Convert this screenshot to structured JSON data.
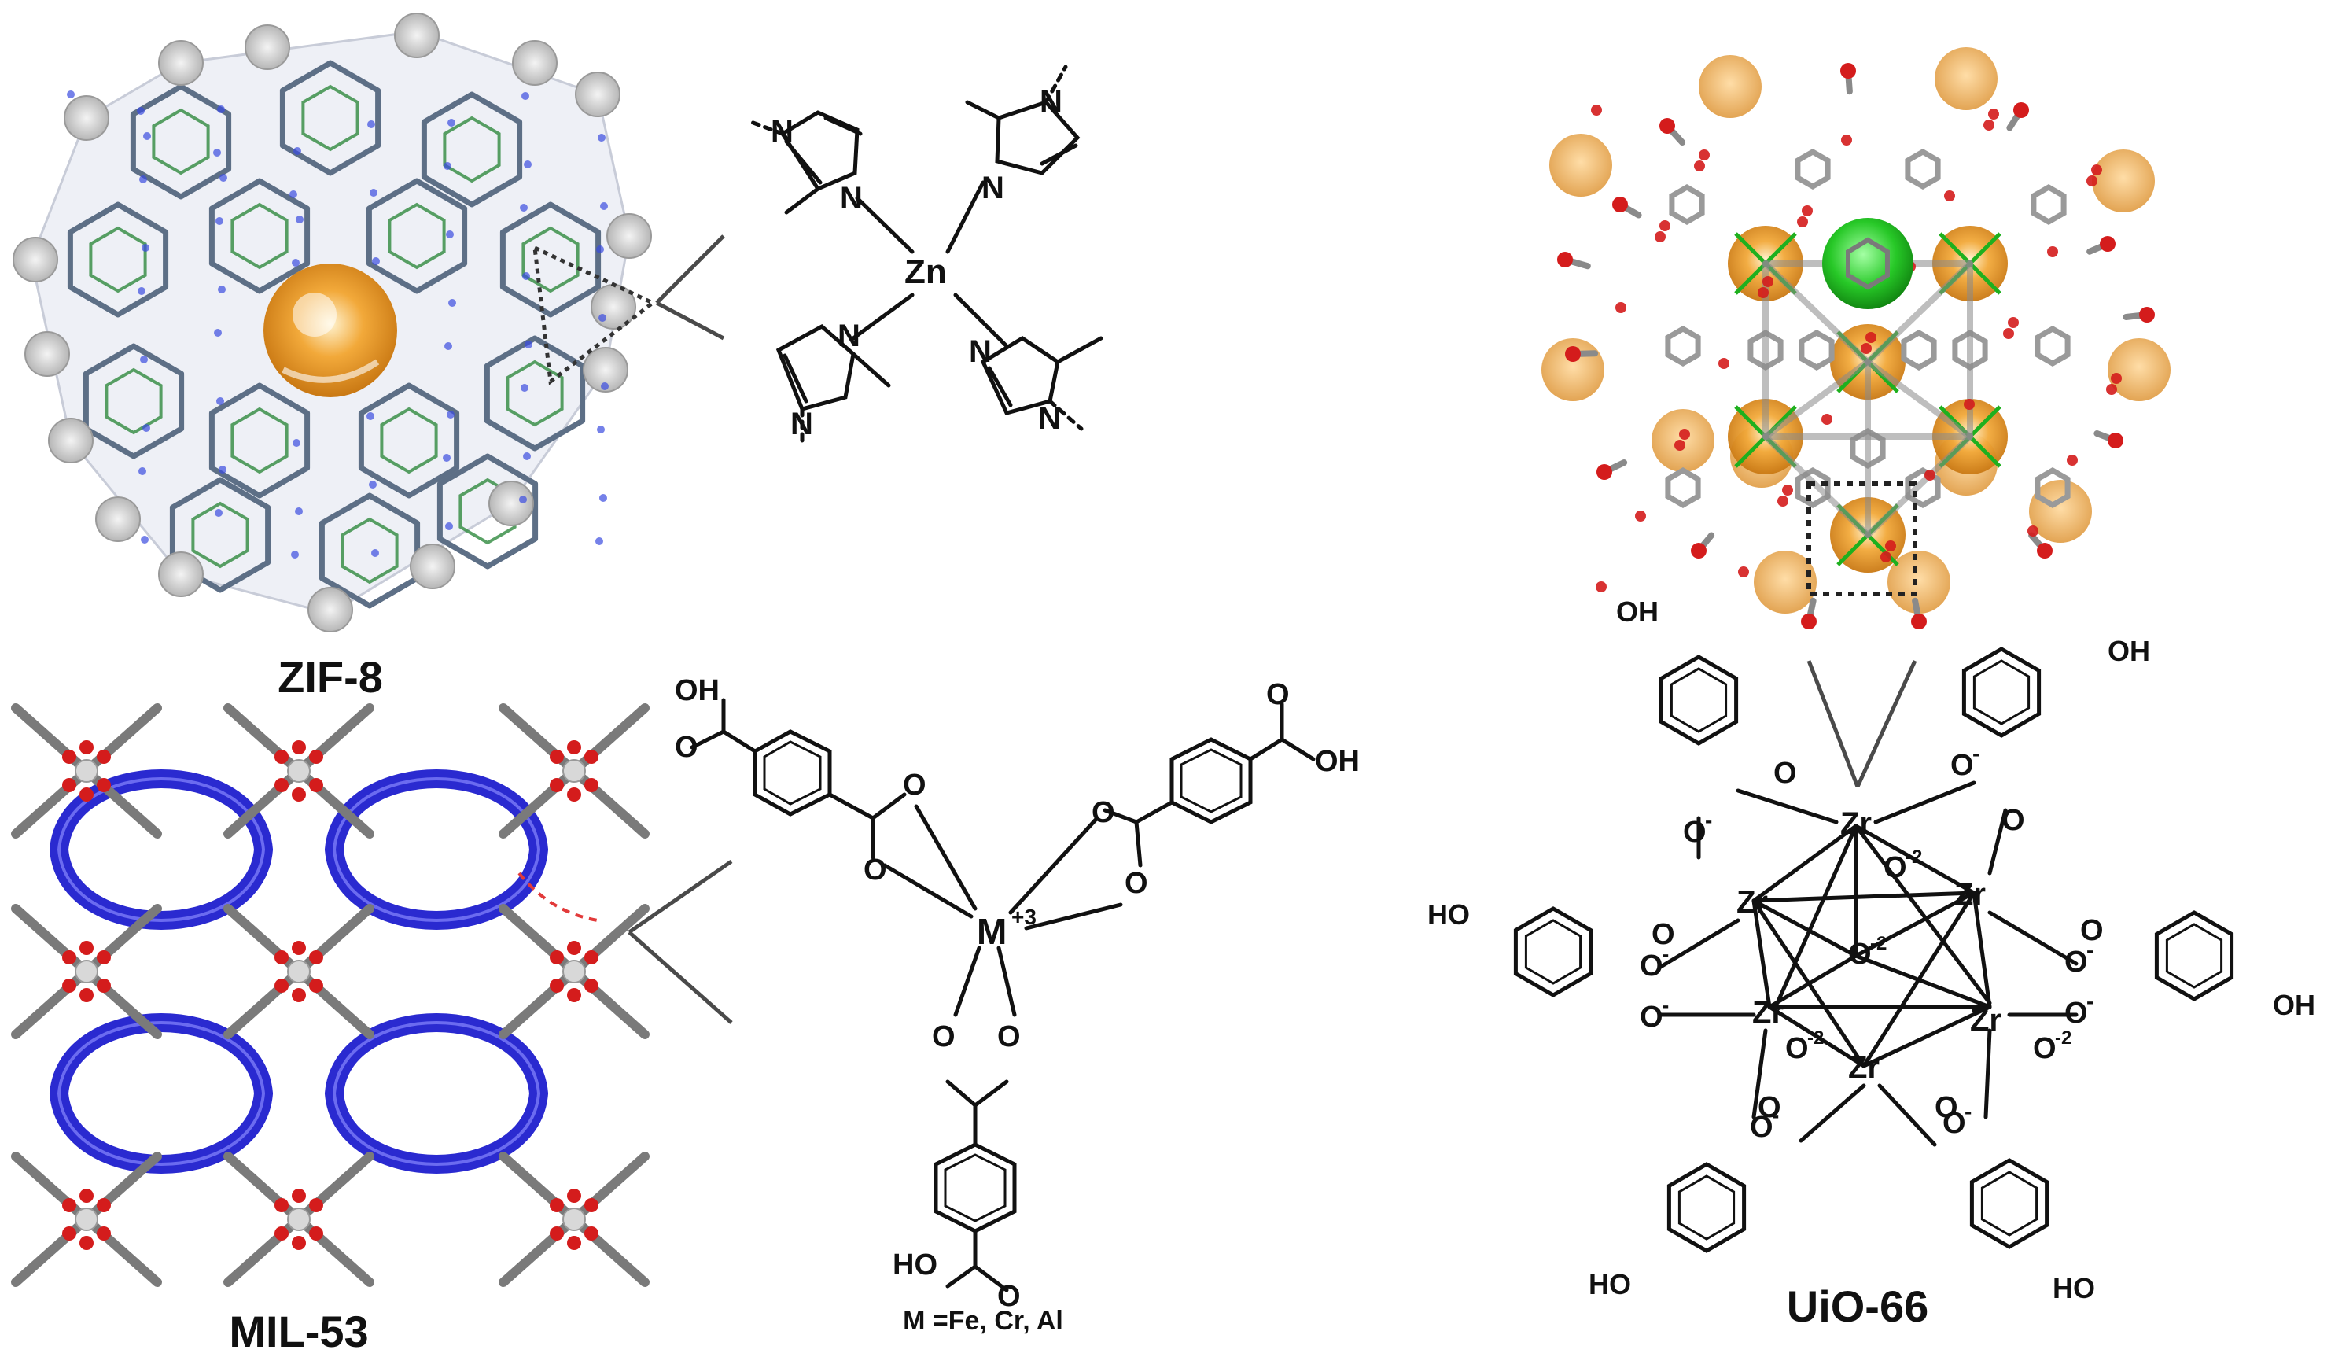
{
  "figure": {
    "panels": [
      {
        "id": "zif8",
        "caption": "ZIF-8",
        "metal": "Zn",
        "ring_atom": "N"
      },
      {
        "id": "mil53",
        "caption": "MIL-53",
        "metal": "M",
        "metal_charge": "+3",
        "note": "M =Fe, Cr, Al",
        "acid_top": "OH",
        "acid_right": "OH",
        "acid_bottom": "HO",
        "oxygen": "O"
      },
      {
        "id": "uio66",
        "caption": "UiO-66",
        "metal": "Zr",
        "oxo": "O",
        "oxo_charge": "-2",
        "carboxylate_charge": "-",
        "acid_oh": "OH",
        "acid_ho": "HO",
        "oxygen": "O"
      }
    ],
    "colors": {
      "framework_blue": "#2a2ad0",
      "carbon_grey": "#7a7a7a",
      "oxygen_red": "#d41c1c",
      "zinc_orange": "#e8951e",
      "zr_green": "#26c426",
      "text": "#111111"
    }
  }
}
